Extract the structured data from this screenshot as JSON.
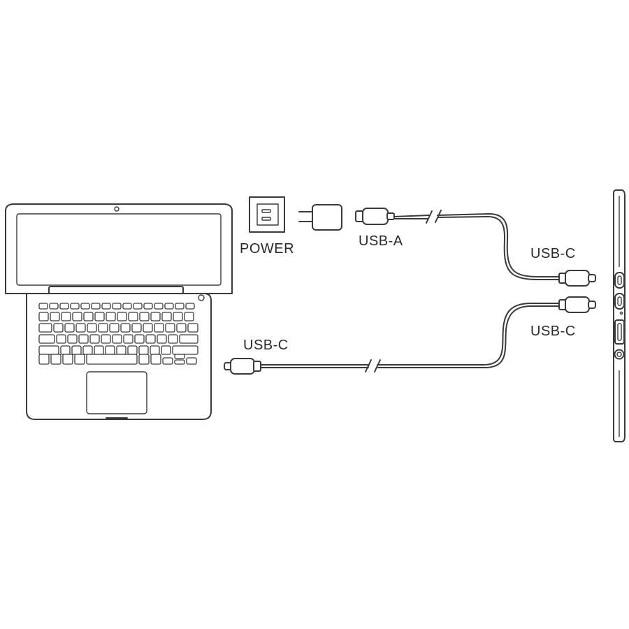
{
  "labels": {
    "power": "POWER",
    "usb_a": "USB-A",
    "usb_c_top": "USB-C",
    "usb_c_right": "USB-C",
    "usb_c_left": "USB-C"
  }
}
